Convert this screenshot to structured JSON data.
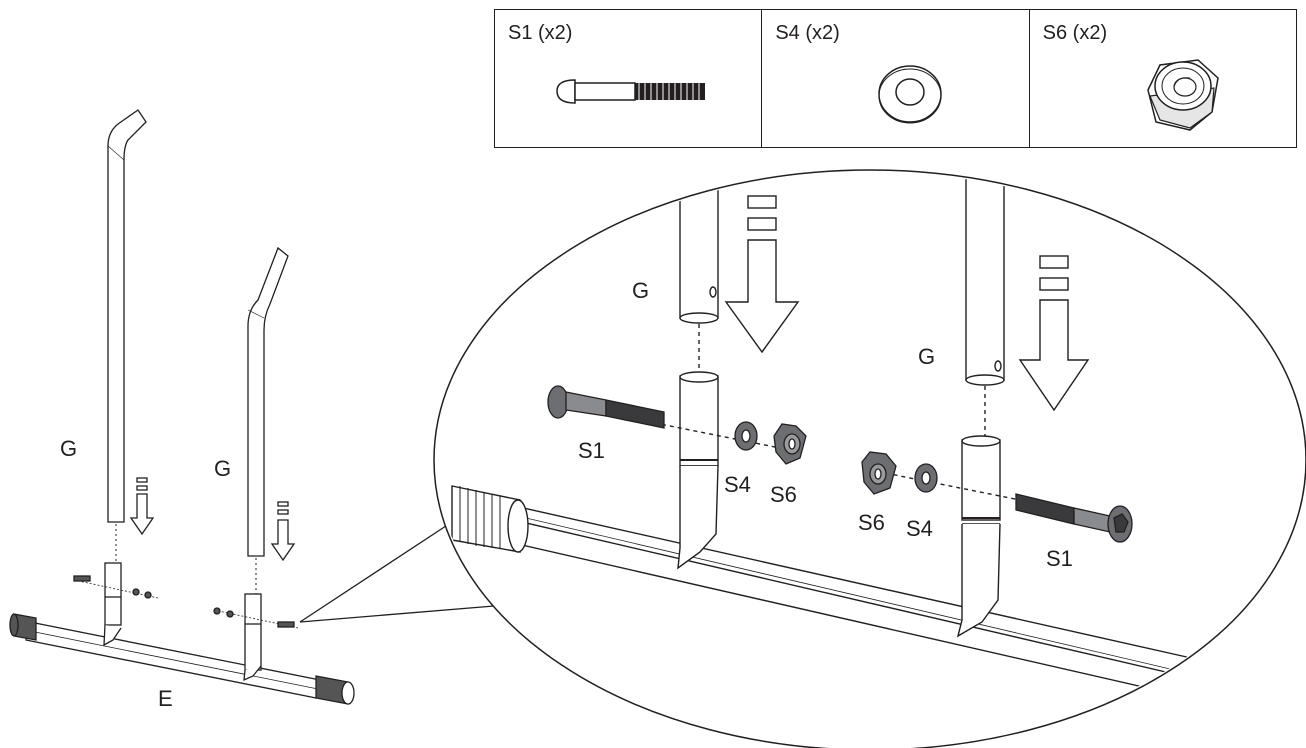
{
  "parts_table": {
    "cells": [
      {
        "label": "S1 (x2)",
        "icon": "bolt-icon"
      },
      {
        "label": "S4 (x2)",
        "icon": "washer-icon"
      },
      {
        "label": "S6 (x2)",
        "icon": "lock-nut-icon"
      }
    ]
  },
  "overview": {
    "label_g_left": "G",
    "label_g_right": "G",
    "label_e": "E"
  },
  "detail": {
    "label_g_left": "G",
    "label_g_right": "G",
    "left_joint": {
      "bolt": "S1",
      "washer": "S4",
      "nut": "S6"
    },
    "right_joint": {
      "bolt": "S1",
      "washer": "S4",
      "nut": "S6"
    }
  },
  "colors": {
    "line": "#231f20",
    "hardware": "#6d6e71",
    "background": "#ffffff"
  }
}
